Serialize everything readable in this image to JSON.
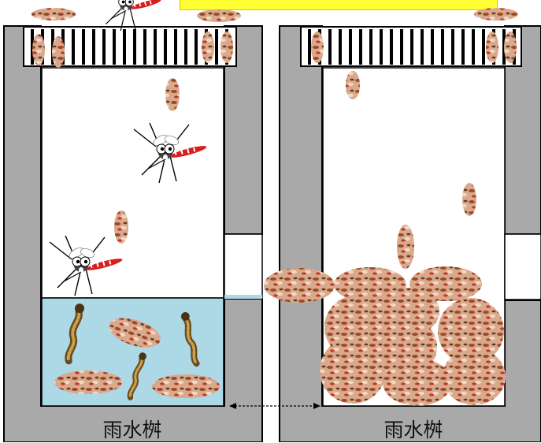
{
  "diagram": {
    "title": "",
    "left_basin": {
      "label": "雨水桝",
      "state": "water-filled"
    },
    "right_basin": {
      "label": "雨水桝",
      "state": "filled-with-leaves"
    }
  },
  "colors": {
    "concrete": "#a9a9a9",
    "water": "#add8e6",
    "title_band": "#ffff33",
    "leaf_fill": "#b87a5c",
    "mosquito_stripe": "#d81e1e"
  },
  "icons": [
    "mosquito-icon",
    "larva-icon",
    "leaf-icon",
    "grate-icon",
    "double-arrow-icon"
  ]
}
